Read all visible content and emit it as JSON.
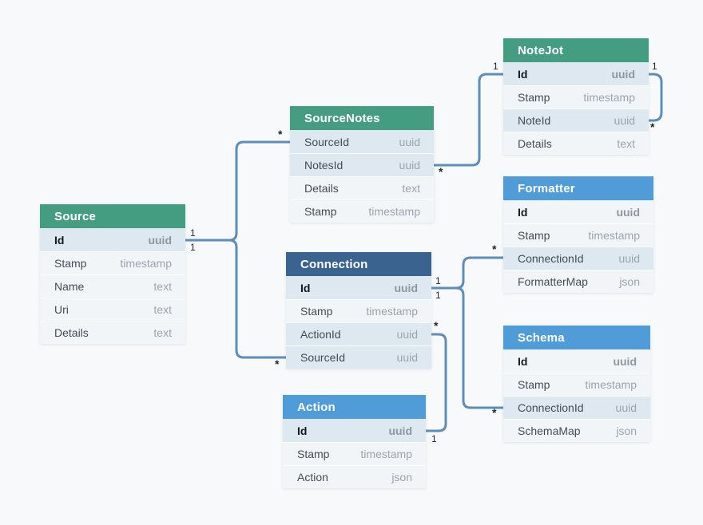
{
  "colors": {
    "background": "#f7f9fa",
    "green": "#449c81",
    "blue": "#4f9cd9",
    "dark_blue": "#3a6390",
    "connector": "#5c8dbd",
    "header_text": "#ffffff",
    "row": "#f2f5f7",
    "row_highlight": "#dde8f1"
  },
  "diagram": {
    "tables": [
      {
        "key": "source",
        "title": "Source",
        "color": "green",
        "fields": [
          {
            "name": "Id",
            "type": "uuid",
            "key": true,
            "highlight": true
          },
          {
            "name": "Stamp",
            "type": "timestamp",
            "key": false,
            "highlight": false
          },
          {
            "name": "Name",
            "type": "text",
            "key": false,
            "highlight": false
          },
          {
            "name": "Uri",
            "type": "text",
            "key": false,
            "highlight": false
          },
          {
            "name": "Details",
            "type": "text",
            "key": false,
            "highlight": false
          }
        ]
      },
      {
        "key": "source-notes",
        "title": "SourceNotes",
        "color": "green",
        "fields": [
          {
            "name": "SourceId",
            "type": "uuid",
            "key": false,
            "highlight": true
          },
          {
            "name": "NotesId",
            "type": "uuid",
            "key": false,
            "highlight": true
          },
          {
            "name": "Details",
            "type": "text",
            "key": false,
            "highlight": false
          },
          {
            "name": "Stamp",
            "type": "timestamp",
            "key": false,
            "highlight": false
          }
        ]
      },
      {
        "key": "note-jot",
        "title": "NoteJot",
        "color": "green",
        "fields": [
          {
            "name": "Id",
            "type": "uuid",
            "key": true,
            "highlight": true
          },
          {
            "name": "Stamp",
            "type": "timestamp",
            "key": false,
            "highlight": false
          },
          {
            "name": "NoteId",
            "type": "uuid",
            "key": false,
            "highlight": true
          },
          {
            "name": "Details",
            "type": "text",
            "key": false,
            "highlight": false
          }
        ]
      },
      {
        "key": "connection",
        "title": "Connection",
        "color": "dark_blue",
        "fields": [
          {
            "name": "Id",
            "type": "uuid",
            "key": true,
            "highlight": true
          },
          {
            "name": "Stamp",
            "type": "timestamp",
            "key": false,
            "highlight": false
          },
          {
            "name": "ActionId",
            "type": "uuid",
            "key": false,
            "highlight": true
          },
          {
            "name": "SourceId",
            "type": "uuid",
            "key": false,
            "highlight": true
          }
        ]
      },
      {
        "key": "formatter",
        "title": "Formatter",
        "color": "blue",
        "fields": [
          {
            "name": "Id",
            "type": "uuid",
            "key": true,
            "highlight": false
          },
          {
            "name": "Stamp",
            "type": "timestamp",
            "key": false,
            "highlight": false
          },
          {
            "name": "ConnectionId",
            "type": "uuid",
            "key": false,
            "highlight": true
          },
          {
            "name": "FormatterMap",
            "type": "json",
            "key": false,
            "highlight": false
          }
        ]
      },
      {
        "key": "schema",
        "title": "Schema",
        "color": "blue",
        "fields": [
          {
            "name": "Id",
            "type": "uuid",
            "key": true,
            "highlight": false
          },
          {
            "name": "Stamp",
            "type": "timestamp",
            "key": false,
            "highlight": false
          },
          {
            "name": "ConnectionId",
            "type": "uuid",
            "key": false,
            "highlight": true
          },
          {
            "name": "SchemaMap",
            "type": "json",
            "key": false,
            "highlight": false
          }
        ]
      },
      {
        "key": "action",
        "title": "Action",
        "color": "blue",
        "fields": [
          {
            "name": "Id",
            "type": "uuid",
            "key": true,
            "highlight": true
          },
          {
            "name": "Stamp",
            "type": "timestamp",
            "key": false,
            "highlight": false
          },
          {
            "name": "Action",
            "type": "json",
            "key": false,
            "highlight": false
          }
        ]
      }
    ],
    "relations": [
      {
        "from": "Source.Id",
        "to": "SourceNotes.SourceId",
        "from_card": "1",
        "to_card": "*"
      },
      {
        "from": "Source.Id",
        "to": "Connection.SourceId",
        "from_card": "1",
        "to_card": "*"
      },
      {
        "from": "SourceNotes.NotesId",
        "to": "NoteJot.Id",
        "from_card": "*",
        "to_card": "1"
      },
      {
        "from": "NoteJot.Id",
        "to": "NoteJot.NoteId",
        "from_card": "1",
        "to_card": "*"
      },
      {
        "from": "Connection.Id",
        "to": "Formatter.ConnectionId",
        "from_card": "1",
        "to_card": "*"
      },
      {
        "from": "Connection.Id",
        "to": "Schema.ConnectionId",
        "from_card": "1",
        "to_card": "*"
      },
      {
        "from": "Connection.ActionId",
        "to": "Action.Id",
        "from_card": "*",
        "to_card": "1"
      }
    ]
  }
}
